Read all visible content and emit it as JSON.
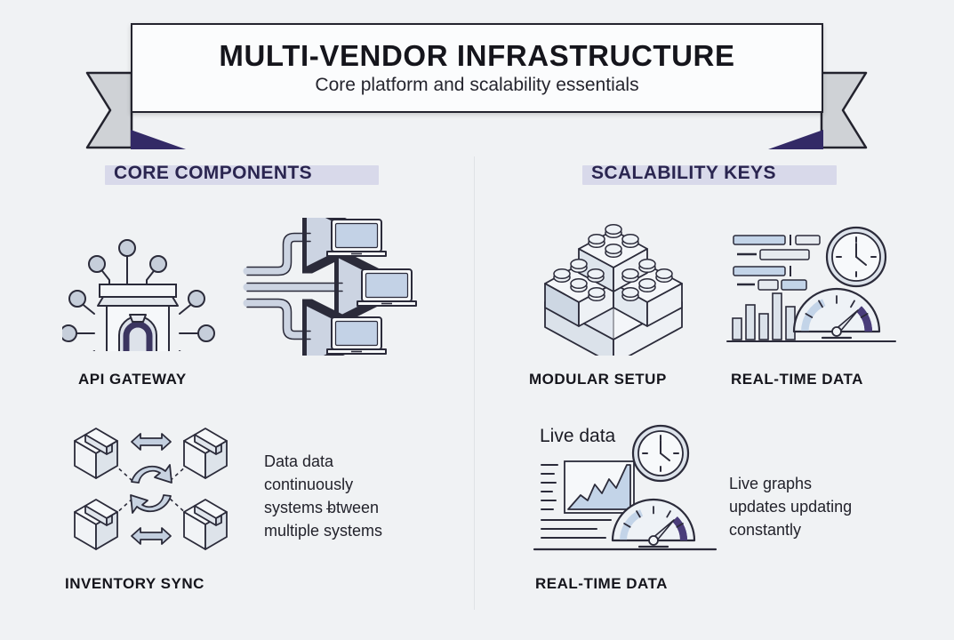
{
  "page": {
    "background_color": "#f0f2f4",
    "accent_purple": "#332a66",
    "accent_light_blue": "#b9cbe4",
    "line_color": "#2b2b3a"
  },
  "banner": {
    "title": "MULTI-VENDOR INFRASTRUCTURE",
    "subtitle": "Core platform and scalability essentials",
    "plate_color": "#fbfcfd",
    "tail_color": "#cfd2d6",
    "fold_color": "#332a66"
  },
  "sections": [
    {
      "id": "core-components",
      "header": "CORE COMPONENTS",
      "highlight_color": "#d8d9ea",
      "items": [
        {
          "id": "api-gateway",
          "label": "API GATEWAY",
          "icon": "gateway-arch-icon"
        },
        {
          "id": "routing",
          "label": "",
          "icon": "routing-arrows-laptops-icon"
        },
        {
          "id": "inventory-sync",
          "label": "INVENTORY SYNC",
          "icon": "boxes-sync-icon"
        }
      ],
      "body_text": {
        "line1": "Data data",
        "line2": "continuously",
        "line3_pre": "systems ",
        "line3_glyph": "b",
        "line3_post": "tween",
        "line4": "multiple systems"
      }
    },
    {
      "id": "scalability-keys",
      "header": "SCALABILITY KEYS",
      "highlight_color": "#d8d9ea",
      "items": [
        {
          "id": "modular-setup",
          "label": "MODULAR SETUP",
          "icon": "lego-blocks-icon"
        },
        {
          "id": "real-time-data-top",
          "label": "REAL-TIME DATA",
          "icon": "dashboard-clock-gauge-icon"
        },
        {
          "id": "real-time-data-bottom",
          "label": "REAL-TIME DATA",
          "icon": "live-chart-clock-gauge-icon"
        }
      ],
      "body_text": {
        "line1": "Live graphs",
        "line2": "updates updating",
        "line3": "constantly"
      },
      "inline_labels": {
        "live_data": "Live data"
      }
    }
  ]
}
